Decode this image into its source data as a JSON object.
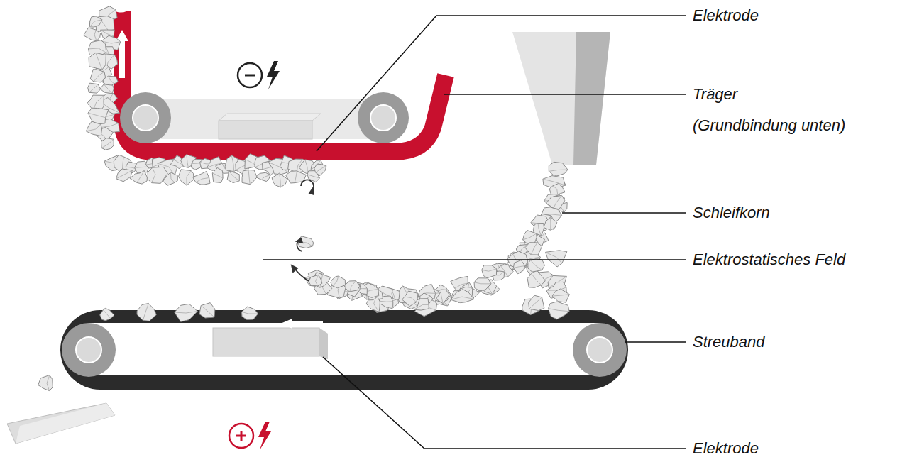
{
  "diagram": {
    "labels": [
      "Elektrode",
      "Träger",
      "(Grundbindung unten)",
      "Schleifkorn",
      "Elektrostatisches Feld",
      "Streuband",
      "Elektrode"
    ]
  }
}
